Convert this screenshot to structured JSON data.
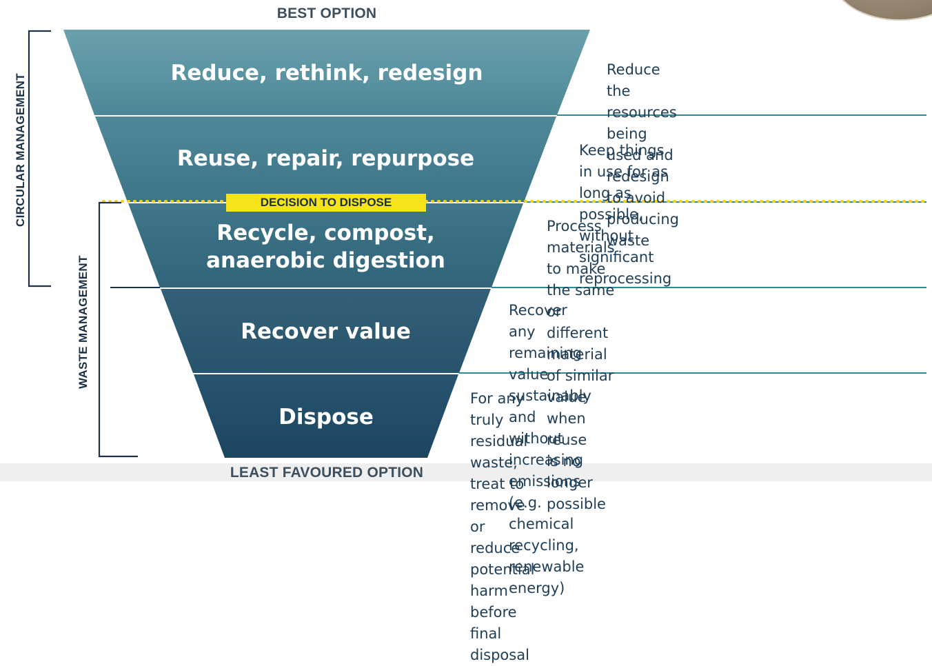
{
  "header": {
    "top_label": "BEST OPTION",
    "bottom_label": "LEAST FAVOURED OPTION"
  },
  "side_labels": {
    "circular": "CIRCULAR MANAGEMENT",
    "waste": "WASTE MANAGEMENT"
  },
  "divider": {
    "label": "DECISION TO DISPOSE",
    "color": "#f7e31a"
  },
  "colors": {
    "tier_top": "#5f98a5",
    "tier_bottom": "#1f4a63",
    "rule": "#2a8c8f",
    "text_dark": "#1e3d56"
  },
  "tiers": [
    {
      "title": "Reduce, rethink, redesign",
      "description": [
        "Reduce the resources being used and",
        "redesign to avoid producing waste"
      ]
    },
    {
      "title": "Reuse, repair, repurpose",
      "description": [
        "Keep things in use for as long as possible,",
        "without significant reprocessing"
      ]
    },
    {
      "title": [
        "Recycle, compost,",
        "anaerobic digestion"
      ],
      "description": [
        "Process materials to make the same or",
        "different material of similar value when reuse",
        "is no longer possible"
      ]
    },
    {
      "title": "Recover value",
      "description": [
        "Recover any remaining value sustainably and",
        "without increasing emissions (e.g. chemical",
        "recycling, renewable energy)"
      ]
    },
    {
      "title": "Dispose",
      "description": [
        "For any truly residual waste, treat to remove",
        "or reduce potential harm before final disposal"
      ]
    }
  ]
}
